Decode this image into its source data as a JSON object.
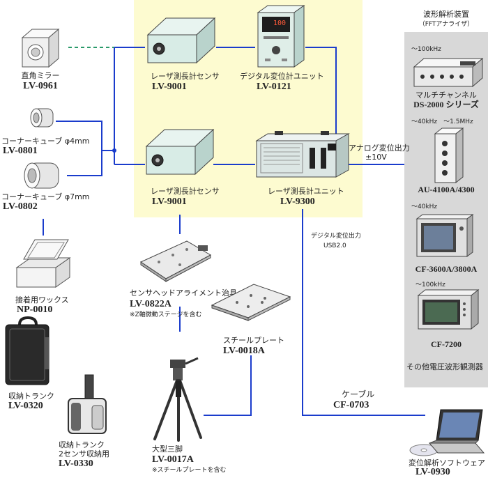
{
  "wave_analyzer": {
    "title": "波形解析装置",
    "subtitle": "（FFTアナライザ）"
  },
  "items": {
    "mirror": {
      "name": "直角ミラー",
      "code": "LV-0961"
    },
    "cube4": {
      "name": "コーナーキューブ φ4mm",
      "code": "LV-0801"
    },
    "cube7": {
      "name": "コーナーキューブ φ7mm",
      "code": "LV-0802"
    },
    "wax": {
      "name": "接着用ワックス",
      "code": "NP-0010"
    },
    "trunk": {
      "name": "収納トランク",
      "code": "LV-0320"
    },
    "trunk2": {
      "name1": "収納トランク",
      "name2": "2センサ収納用",
      "code": "LV-0330"
    },
    "sensor1": {
      "name": "レーザ測長計センサ",
      "code": "LV-9001"
    },
    "sensor2": {
      "name": "レーザ測長計センサ",
      "code": "LV-9001"
    },
    "digital": {
      "name": "デジタル変位計ユニット",
      "code": "LV-0121"
    },
    "unit": {
      "name": "レーザ測長計ユニット",
      "code": "LV-9300"
    },
    "jig": {
      "name": "センサヘッドアライメント治具",
      "code": "LV-0822A",
      "note": "※Z軸微動ステージを含む"
    },
    "plate": {
      "name": "スチールプレート",
      "code": "LV-0018A"
    },
    "tripod": {
      "name": "大型三脚",
      "code": "LV-0017A",
      "note": "※スチールプレートを含む"
    },
    "cable": {
      "name": "ケーブル",
      "code": "CF-0703"
    },
    "software": {
      "name": "変位解析ソフトウェア",
      "code": "LV-0930"
    },
    "ds2000": {
      "range": "〜100kHz",
      "name": "マルチチャンネル",
      "code": "DS-2000 シリーズ"
    },
    "au4100": {
      "range": "〜40kHz　〜1.5MHz",
      "code": "AU-4100A/4300"
    },
    "cf3600": {
      "range": "〜40kHz",
      "code": "CF-3600A/3800A"
    },
    "cf7200": {
      "range": "〜100kHz",
      "code": "CF-7200"
    }
  },
  "other_label": "その他電圧波形観測器",
  "analog_out": {
    "line1": "アナログ変位出力",
    "line2": "±10V"
  },
  "digital_out": {
    "line1": "デジタル変位出力",
    "line2": "USB2.0"
  },
  "lcd_value": "100",
  "colors": {
    "wire": "#1a3ccc",
    "dashed": "#2a9a6a",
    "yellow_bg": "#fdfbd0",
    "gray_bg": "#d8d8d8"
  }
}
